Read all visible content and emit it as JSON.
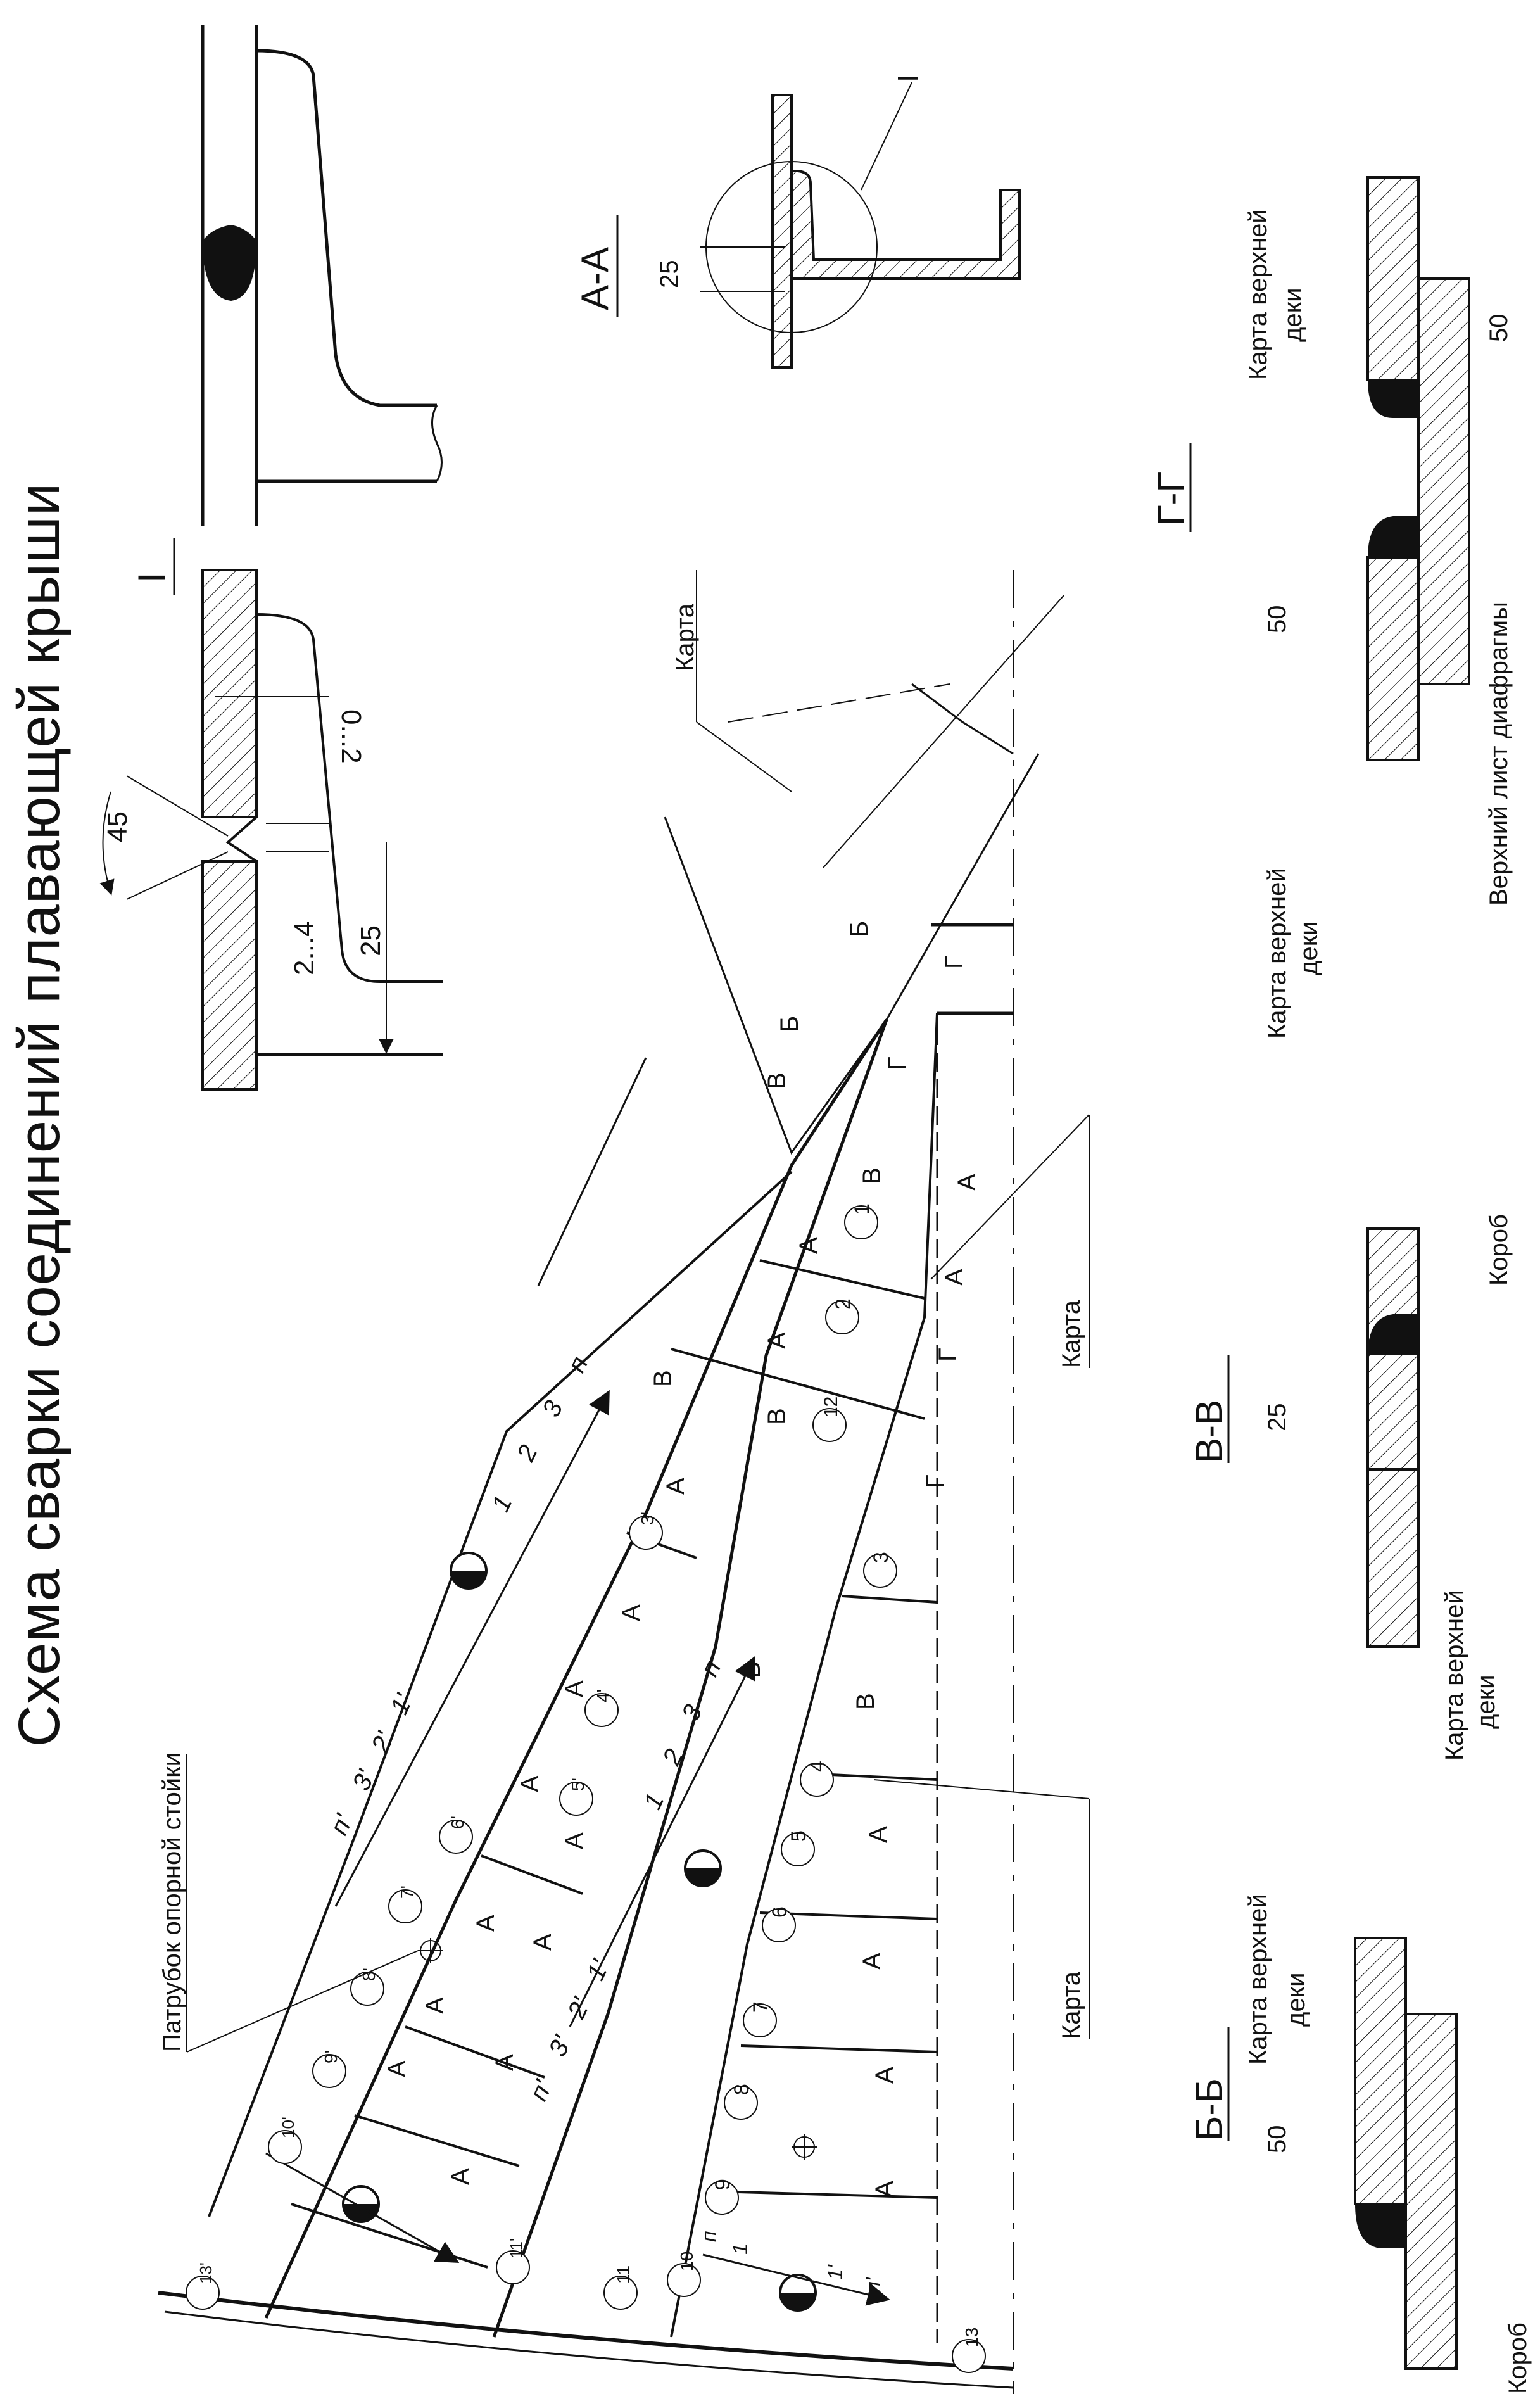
{
  "title": "Схема сварки соединений плавающей крыши",
  "sections": {
    "detail_I": "I",
    "section_AA": "А-А",
    "section_GG": "Г-Г",
    "section_VV": "В-В",
    "section_BB": "Б-Б"
  },
  "dimensions": {
    "angle": "45",
    "gap": "2...4",
    "overlap_25": "25",
    "root": "0...2",
    "aa_25": "25",
    "gg_50_top": "50",
    "gg_50_bottom": "50",
    "vv_25": "25",
    "bb_50": "50"
  },
  "labels": {
    "karta": "Карта",
    "karta_verkhney": "Карта верхней",
    "deki": "деки",
    "verkhniy_list": "Верхний лист диафрагмы",
    "korob": "Короб",
    "patrubok": "Патрубок опорной стойки"
  },
  "weld_marks": {
    "A": "А",
    "B": "Б",
    "V": "В",
    "G": "Г"
  },
  "numbers": [
    "1",
    "2",
    "3",
    "4",
    "5",
    "6",
    "7",
    "8",
    "9",
    "10",
    "11",
    "12",
    "13"
  ],
  "primed": [
    "3'",
    "4'",
    "5'",
    "6'",
    "7'",
    "8'",
    "9'",
    "10'",
    "11'",
    "13'"
  ],
  "sequence_outer": [
    "п'",
    "3'",
    "2'",
    "1'",
    "1",
    "2",
    "3",
    "п"
  ],
  "sequence_middle": [
    "п'",
    "3'",
    "2'",
    "1'",
    "1",
    "2",
    "3",
    "п"
  ],
  "sequence_small": [
    "п",
    "1",
    "1'",
    "п'"
  ]
}
